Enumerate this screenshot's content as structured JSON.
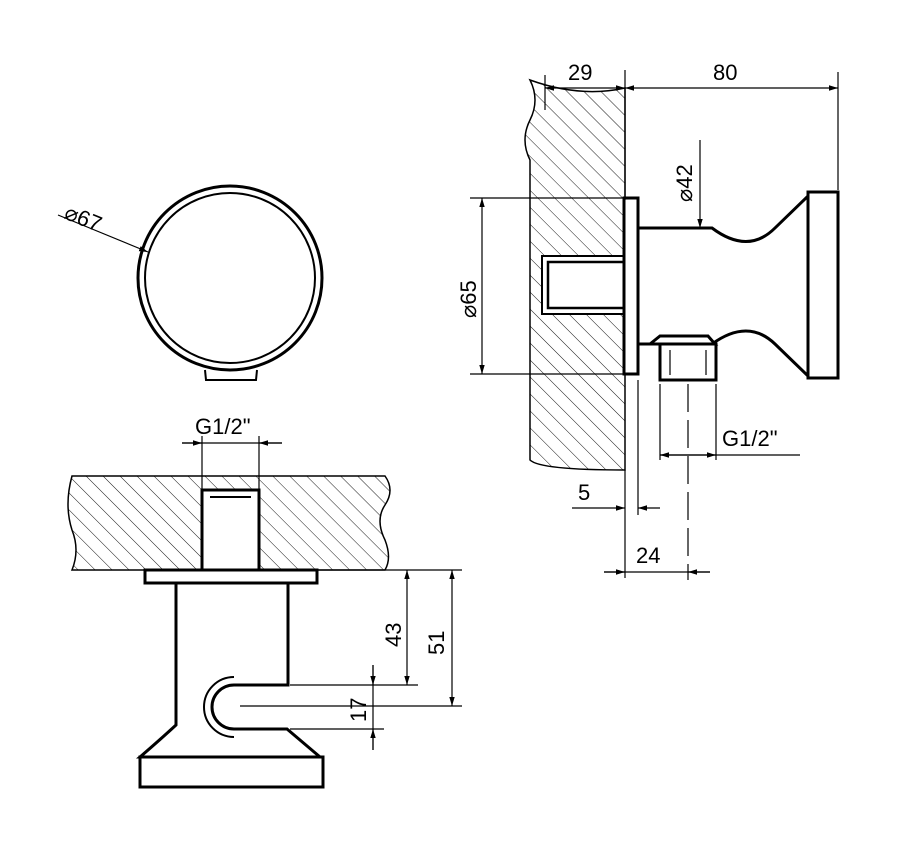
{
  "dimensions": {
    "front_diameter": "67",
    "side_wall_depth": "29",
    "side_length": "80",
    "side_neck_diameter": "42",
    "side_plate_diameter": "65",
    "side_outlet_thread": "G1/2\"",
    "side_plate_thickness": "5",
    "side_outlet_offset": "24",
    "bottom_inlet_thread": "G1/2\"",
    "bottom_height_outer": "51",
    "bottom_height_inner": "43",
    "bottom_slot": "17"
  },
  "colors": {
    "line": "#000000",
    "background": "#ffffff"
  }
}
